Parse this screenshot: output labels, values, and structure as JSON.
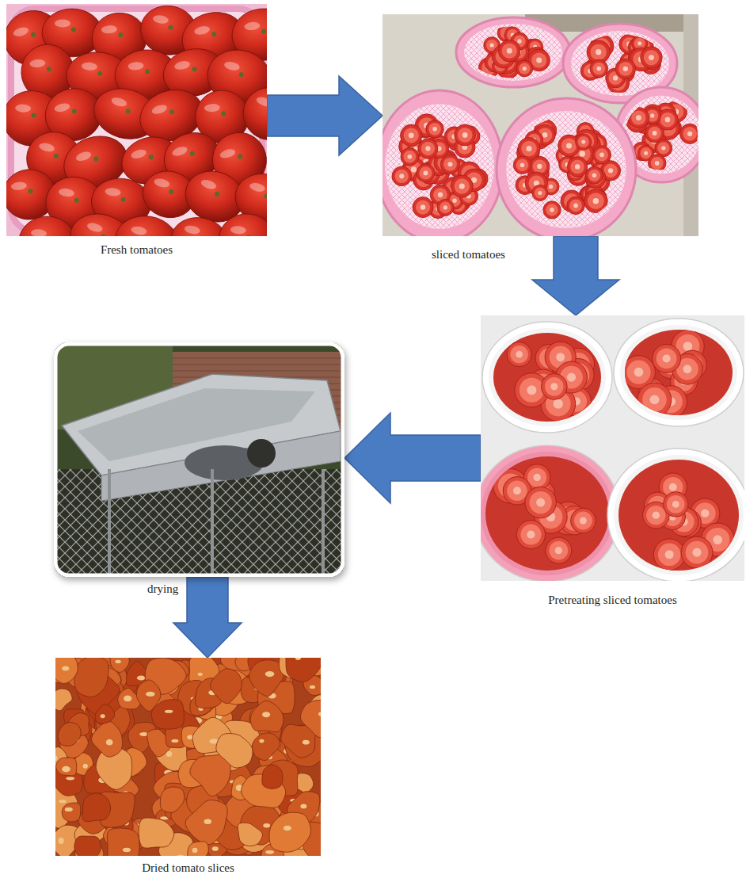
{
  "diagram": {
    "nodes": [
      {
        "text": [
          "Fresh tomatoes"
        ]
      },
      {
        "text": [
          "sliced tomatoes"
        ]
      },
      {
        "text": [
          "Pretreating sliced tomatoes"
        ]
      },
      {
        "text": [
          "drying"
        ]
      },
      {
        "text": [
          "Dried tomato slices"
        ]
      }
    ],
    "edges": [
      {
        "from": 0,
        "to": 1,
        "arrow": "to"
      },
      {
        "from": 1,
        "to": 2,
        "arrow": "to"
      },
      {
        "from": 2,
        "to": 3,
        "arrow": "to"
      },
      {
        "from": 3,
        "to": 4,
        "arrow": "to"
      }
    ]
  }
}
